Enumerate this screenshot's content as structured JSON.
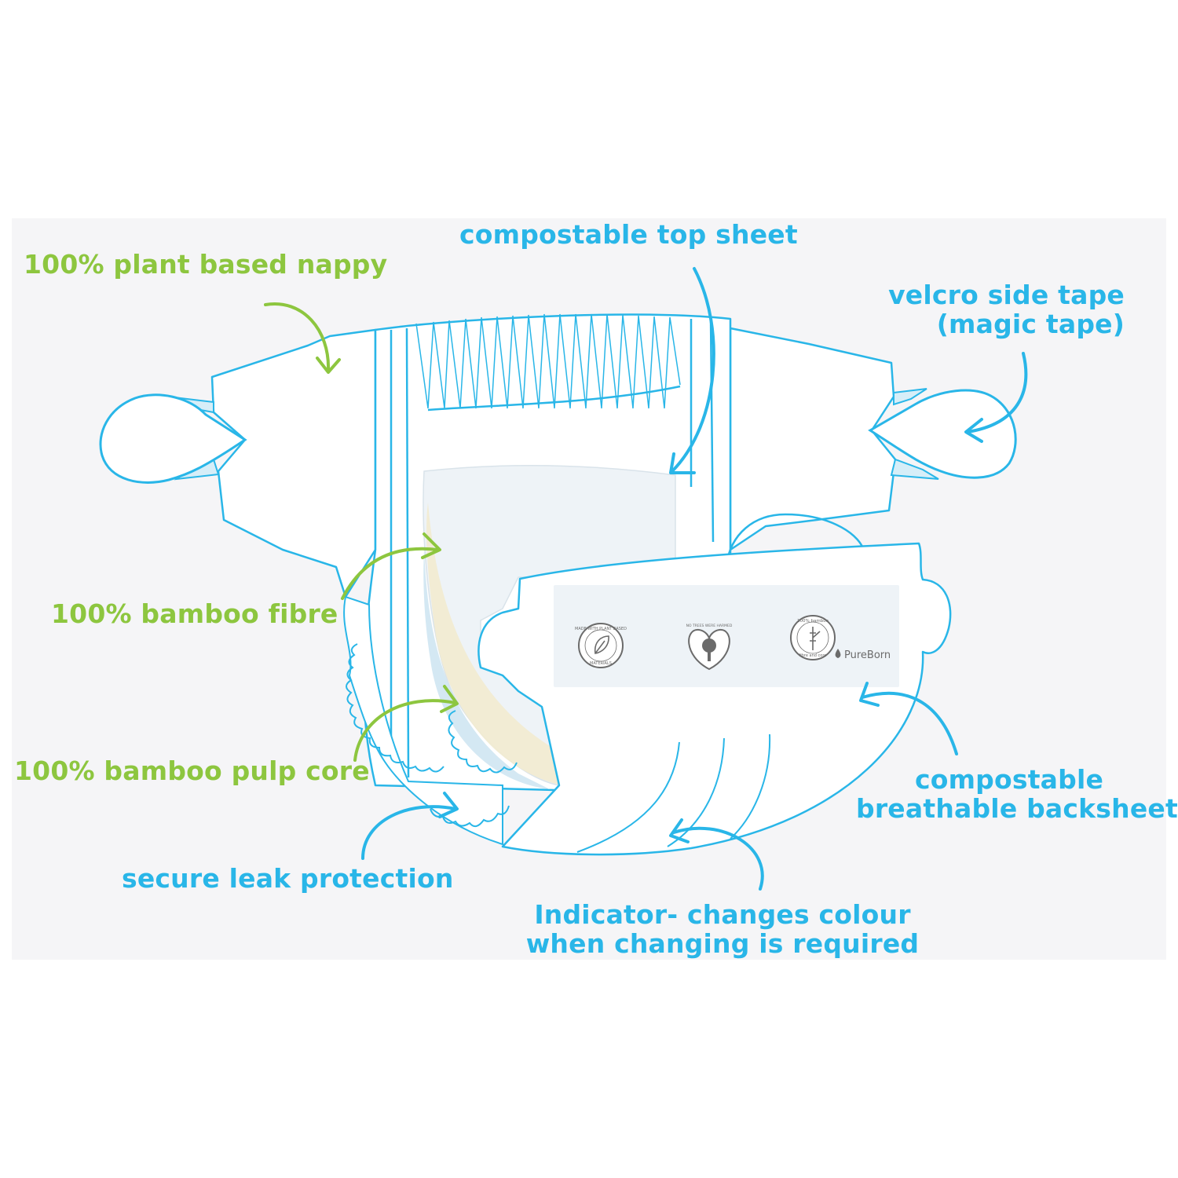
{
  "colors": {
    "background": "#ffffff",
    "panel": "#f5f5f7",
    "outline_blue": "#29b6e8",
    "label_green": "#8dc63f",
    "label_blue": "#29b6e8",
    "core_beige": "#f1ebd2",
    "core_blue": "#cfe6f2",
    "badge_grey": "#6b6b6b"
  },
  "labels": {
    "plant_based": "100% plant based nappy",
    "top_sheet": "compostable top sheet",
    "side_tape_1": "velcro side tape",
    "side_tape_2": "(magic tape)",
    "bamboo_fibre": "100% bamboo fibre",
    "pulp_core": "100% bamboo pulp core",
    "leak_protection": "secure leak protection",
    "backsheet_1": "compostable",
    "backsheet_2": "breathable backsheet",
    "indicator_1": "Indicator- changes colour",
    "indicator_2": "when changing is required"
  },
  "badges": {
    "badge1_icon": "leaf-icon",
    "badge1_top": "MADE WITH PLANT BASED",
    "badge1_bottom": "MATERIALS",
    "badge2_icon": "tree-icon",
    "badge2_text": "NO TREES WERE HARMED",
    "badge3_icon": "bamboo-icon",
    "badge3_top": "100% bamboo",
    "badge3_bottom": "fibre and core",
    "brand": "PureBorn"
  }
}
